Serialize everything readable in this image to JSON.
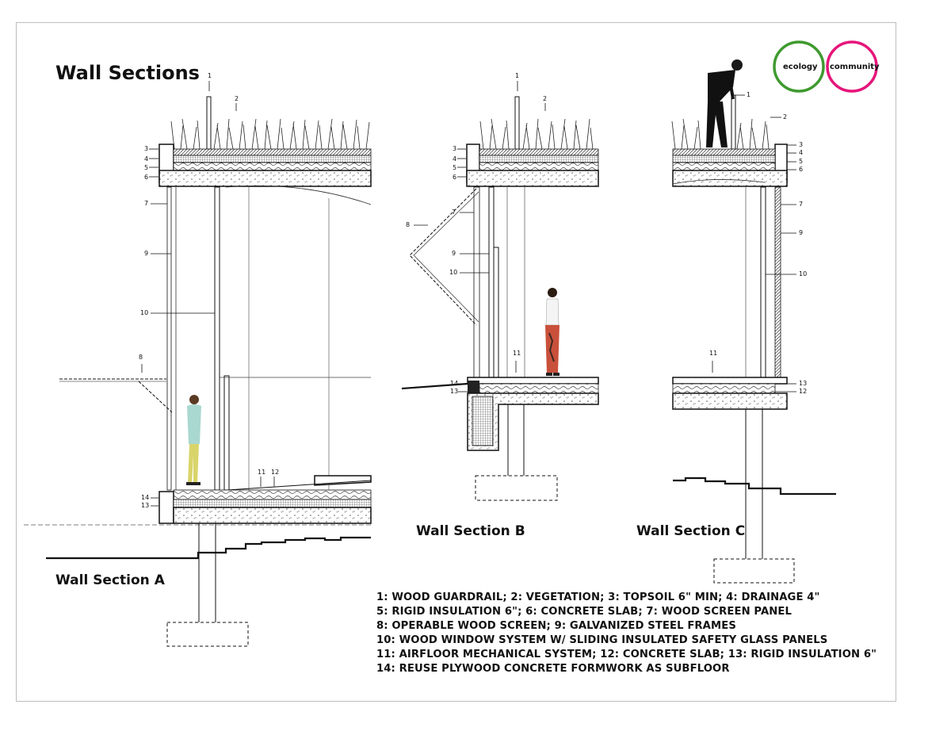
{
  "header": {
    "title": "Wall Sections"
  },
  "logo": {
    "left_label": "ecology",
    "right_label": "community",
    "left_color": "#3f9a2f",
    "right_color": "#e6157a"
  },
  "sections": [
    {
      "id": "A",
      "label": "Wall Section A"
    },
    {
      "id": "B",
      "label": "Wall Section B"
    },
    {
      "id": "C",
      "label": "Wall Section C"
    }
  ],
  "callouts": {
    "A": [
      "1",
      "2",
      "3",
      "4",
      "5",
      "6",
      "7",
      "9",
      "10",
      "8",
      "11",
      "12",
      "14",
      "13"
    ],
    "B": [
      "1",
      "2",
      "3",
      "4",
      "5",
      "6",
      "8",
      "7",
      "9",
      "10",
      "11",
      "14",
      "13"
    ],
    "C": [
      "1",
      "2",
      "3",
      "4",
      "5",
      "6",
      "7",
      "9",
      "10",
      "11",
      "13",
      "12"
    ]
  },
  "legend": [
    "1: WOOD GUARDRAIL;  2: VEGETATION;  3: TOPSOIL 6\" MIN; 4: DRAINAGE 4\"",
    "5: RIGID INSULATION 6\";  6: CONCRETE SLAB;  7: WOOD SCREEN PANEL",
    "8: OPERABLE WOOD SCREEN;  9: GALVANIZED STEEL FRAMES",
    "10: WOOD WINDOW SYSTEM W/ SLIDING INSULATED SAFETY GLASS PANELS",
    "11: AIRFLOOR MECHANICAL SYSTEM;  12: CONCRETE SLAB;  13: RIGID INSULATION 6\"",
    "14: REUSE PLYWOOD CONCRETE FORMWORK AS SUBFLOOR"
  ]
}
